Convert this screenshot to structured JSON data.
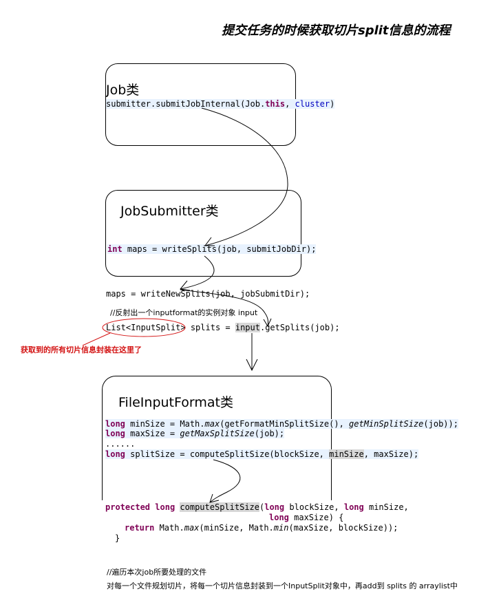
{
  "title": "提交任务的时候获取切片split信息的流程",
  "job": {
    "class_name": "Job类",
    "code": {
      "method": "submitter.submitJobInternal(Job.",
      "kw_this": "this",
      "sep": ", ",
      "cluster": "cluster",
      "close": ")"
    }
  },
  "submitter": {
    "class_name": "JobSubmitter类",
    "code": {
      "kw_int": "int",
      "rest": " maps = writeSplits(job, submitJobDir);"
    }
  },
  "middle": {
    "line1": "maps = writeNewSplits(job, jobSubmitDir);",
    "comment": "//反射出一个inputformat的实例对象 input",
    "line2_type": "List<InputSplit>",
    "line2_mid": " splits = ",
    "line2_input": "input",
    "line2_end": ".getSplits(job);",
    "annotation": "获取到的所有切片信息封装在这里了"
  },
  "fif": {
    "class_name": "FileInputFormat类",
    "l1": {
      "kw": "long",
      "a": " minSize = Math.",
      "max": "max",
      "b": "(getFormatMinSplitSize(), ",
      "g": "getMinSplitSize",
      "c": "(job));"
    },
    "l2": {
      "kw": "long",
      "a": " maxSize = ",
      "g": "getMaxSplitSize",
      "c": "(job);"
    },
    "l3": "......",
    "l4": {
      "kw": "long",
      "a": " splitSize = computeSplitSize(blockSize, ",
      "sel": "minSize",
      "c": ", maxSize);"
    }
  },
  "compute": {
    "kw_protected": "protected",
    "kw_long": "long",
    "method": "computeSplitSize",
    "open": "(",
    "p1": " blockSize, ",
    "p2": " minSize,",
    "p3": " maxSize) {",
    "kw_return": "return",
    "ret_a": " Math.",
    "max": "max",
    "ret_b": "(minSize, Math.",
    "min": "min",
    "ret_c": "(maxSize, blockSize));",
    "close_brace": "}"
  },
  "footer": {
    "comment": "//遍历本次job所要处理的文件",
    "desc": "对每一个文件规划切片，将每一个切片信息封装到一个InputSplit对象中，再add到    splits 的 arraylist中"
  }
}
